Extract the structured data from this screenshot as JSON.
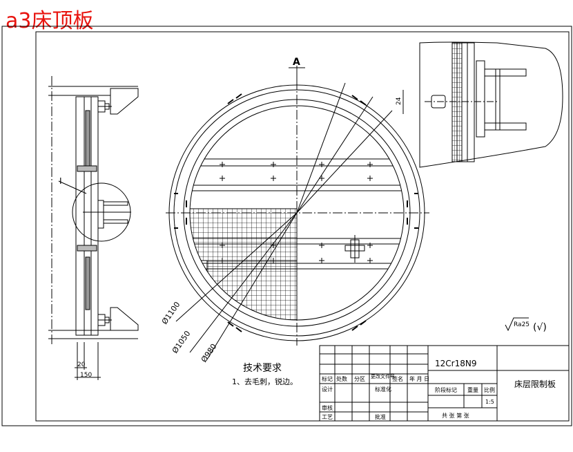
{
  "header_title": "a3床顶板",
  "section_label": "A",
  "detail_label": "I",
  "detail_dimension": "24",
  "dimensions": {
    "d1": "Ø1100",
    "d2": "Ø1050",
    "d3": "Ø980",
    "w1": "20",
    "w2": "150"
  },
  "tech_requirements": {
    "heading": "技术要求",
    "item1": "1、去毛刺，锐边。"
  },
  "roughness": {
    "value": "Ra25",
    "other": "(√)"
  },
  "title_block": {
    "material": "12Cr18N9",
    "part_name": "床层限制板",
    "header_cells": [
      "标记",
      "处数",
      "分区",
      "更改文件号",
      "签名",
      "年 月 日"
    ],
    "left_rows": [
      "设计",
      "审核",
      "工艺"
    ],
    "standardization": "标准化",
    "approve": "批准",
    "stage_mark": "阶段标记",
    "weight": "重量",
    "scale_label": "比例",
    "scale_value": "1:5",
    "sheet_info": "共 张 第 张"
  },
  "colors": {
    "line": "#000000",
    "title_red": "#e8140f",
    "background": "#ffffff"
  }
}
